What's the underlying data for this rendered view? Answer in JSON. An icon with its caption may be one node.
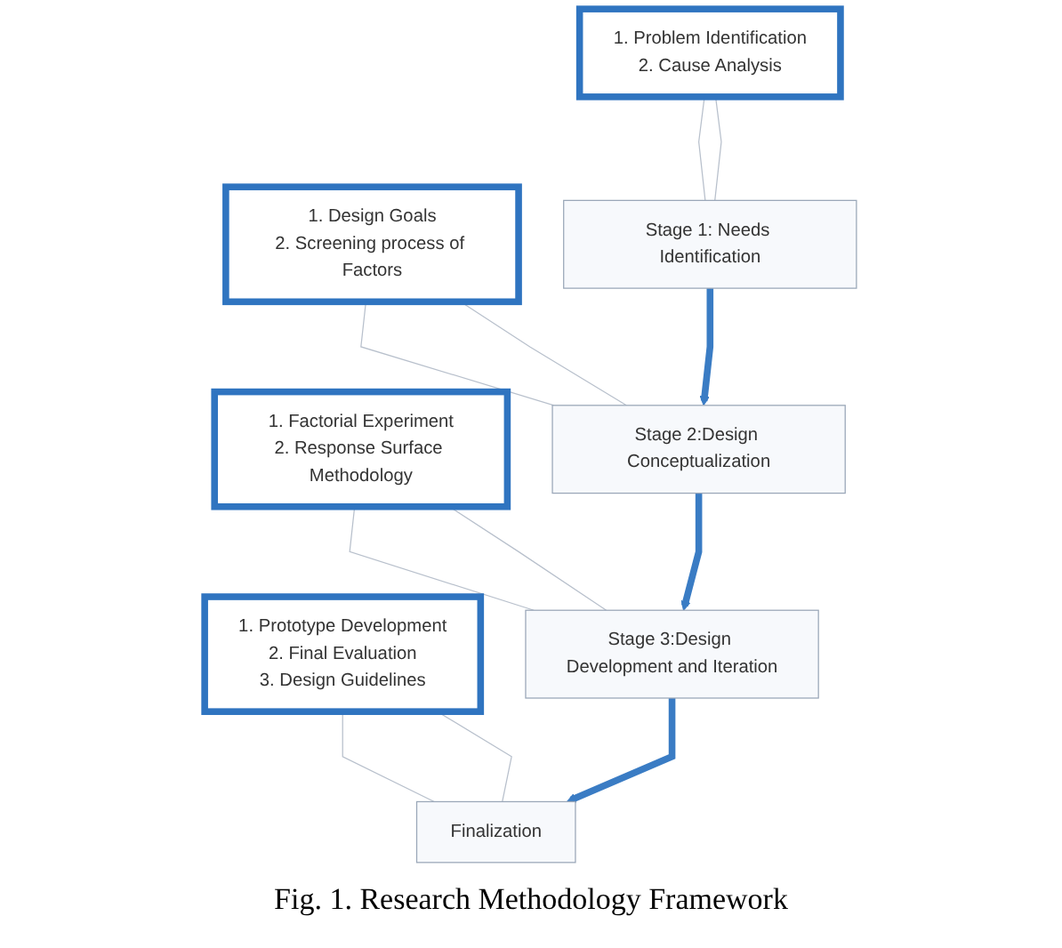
{
  "diagram": {
    "caption": "Fig. 1. Research Methodology Framework",
    "nodes": [
      {
        "text": [
          "1. Problem Identification",
          "2. Cause Analysis"
        ]
      },
      {
        "text": [
          "1. Design Goals",
          "2. Screening process of Factors"
        ]
      },
      {
        "text": [
          "Stage 1: Needs Identification"
        ]
      },
      {
        "text": [
          "1. Factorial Experiment",
          "2. Response Surface Methodology"
        ]
      },
      {
        "text": [
          "Stage 2:Design Conceptualization"
        ]
      },
      {
        "text": [
          "1. Prototype Development",
          "2. Final Evaluation",
          "3. Design Guidelines"
        ]
      },
      {
        "text": [
          "Stage 3:Design Development and Iteration"
        ]
      },
      {
        "text": [
          "Finalization"
        ]
      }
    ],
    "edges": [
      {
        "from": 0,
        "to": 2,
        "arrow": "none"
      },
      {
        "from": 0,
        "to": 2,
        "arrow": "none"
      },
      {
        "from": 1,
        "to": 4,
        "arrow": "none"
      },
      {
        "from": 1,
        "to": 4,
        "arrow": "none"
      },
      {
        "from": 2,
        "to": 4,
        "arrow": "to",
        "style": "thick",
        "color": "#3a7cc4"
      },
      {
        "from": 3,
        "to": 6,
        "arrow": "none"
      },
      {
        "from": 3,
        "to": 6,
        "arrow": "none"
      },
      {
        "from": 4,
        "to": 6,
        "arrow": "to",
        "style": "thick",
        "color": "#3a7cc4"
      },
      {
        "from": 5,
        "to": 7,
        "arrow": "none"
      },
      {
        "from": 5,
        "to": 7,
        "arrow": "none"
      },
      {
        "from": 6,
        "to": 7,
        "arrow": "to",
        "style": "thick",
        "color": "#3a7cc4"
      }
    ]
  }
}
